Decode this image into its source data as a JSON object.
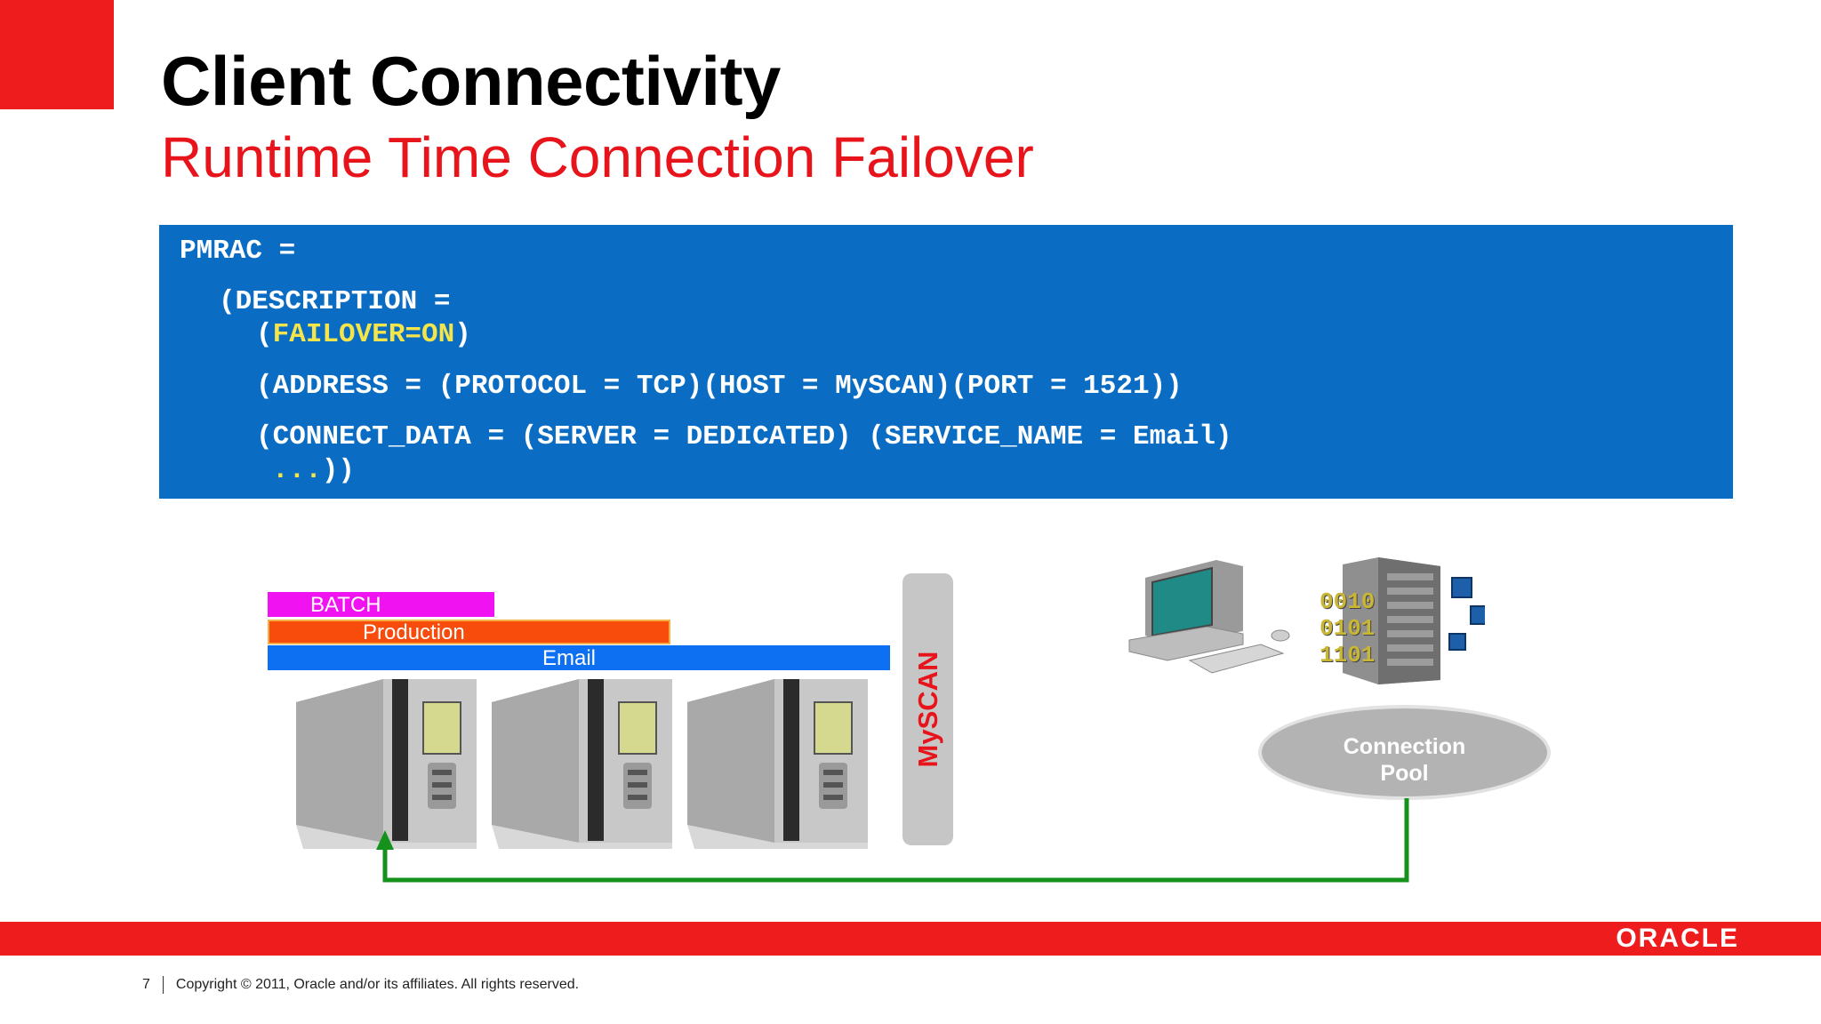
{
  "slide": {
    "title": "Client Connectivity",
    "subtitle": "Runtime Time Connection Failover",
    "page_number": "7",
    "copyright": "Copyright © 2011, Oracle and/or its affiliates. All rights reserved.",
    "logo": "ORACLE"
  },
  "code": {
    "line1": "PMRAC =",
    "line2": "(DESCRIPTION =",
    "line3_open": "(",
    "line3_highlight": "FAILOVER=ON",
    "line3_close": ")",
    "line4": "(ADDRESS = (PROTOCOL = TCP)(HOST = MySCAN)(PORT = 1521))",
    "line5": "(CONNECT_DATA = (SERVER = DEDICATED) (SERVICE_NAME = Email)",
    "line6_highlight": "...",
    "line6_close": "))"
  },
  "diagram": {
    "services": [
      {
        "label": "BATCH",
        "color": "#f012f0"
      },
      {
        "label": "Production",
        "color": "#f74c0c"
      },
      {
        "label": "Email",
        "color": "#0d6ff2"
      }
    ],
    "scan_label": "MySCAN",
    "pool_line1": "Connection",
    "pool_line2": "Pool",
    "binary_lines": [
      "0010",
      "0101",
      "1101"
    ]
  },
  "colors": {
    "accent_red": "#ee1c1c",
    "code_bg": "#0a6cc2",
    "highlight": "#f4e54a",
    "arrow_green": "#14921c"
  }
}
